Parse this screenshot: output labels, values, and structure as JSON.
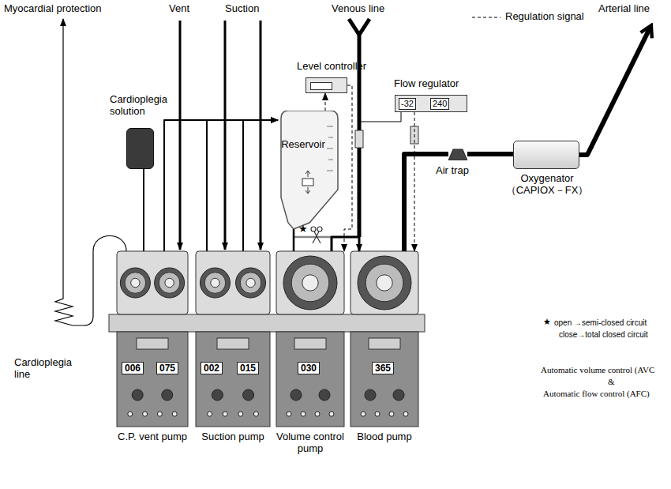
{
  "diagram": {
    "nodes": [
      {
        "text": [
          "Cardioplegia solution"
        ]
      },
      {
        "text": [
          "Level controller"
        ]
      },
      {
        "text": [
          "Reservoir"
        ]
      },
      {
        "text": [
          "Flow regulator",
          "-32",
          "240"
        ]
      },
      {
        "text": [
          "006",
          "075",
          "C.P. vent pump"
        ]
      },
      {
        "text": [
          "002",
          "015",
          "Suction pump"
        ]
      },
      {
        "text": [
          "030",
          "Volume control pump"
        ]
      },
      {
        "text": [
          "365",
          "Blood pump"
        ]
      },
      {
        "text": [
          "Air trap"
        ]
      },
      {
        "text": [
          "Oxygenator （CAPIOX－FX）"
        ]
      }
    ],
    "edges": [
      {
        "from": 0,
        "to": 4,
        "arrow": "none"
      },
      {
        "from": 4,
        "to": 2,
        "arrow": "to"
      },
      {
        "from": 5,
        "to": 2,
        "arrow": "to"
      },
      {
        "from": 2,
        "to": 6,
        "arrow": "none"
      },
      {
        "from": 2,
        "to": 1,
        "arrow": "to"
      },
      {
        "from": 1,
        "to": 6,
        "arrow": "to"
      },
      {
        "from": 3,
        "to": 7,
        "arrow": "to"
      },
      {
        "from": 6,
        "to": 7,
        "arrow": "to"
      },
      {
        "from": 7,
        "to": 8,
        "arrow": "none"
      },
      {
        "from": 8,
        "to": 9,
        "arrow": "none"
      }
    ],
    "labels": [
      "Myocardial protection",
      "Vent",
      "Suction",
      "Venous line",
      "Arterial line",
      "Cardioplegia line",
      "★",
      "★",
      "open →semi-closed circuit",
      "close→total closed circuit",
      "Automatic volume control (AVC",
      "&",
      "Automatic flow control (AFC)"
    ],
    "legend": [
      {
        "text": "Regulation signal"
      }
    ]
  }
}
